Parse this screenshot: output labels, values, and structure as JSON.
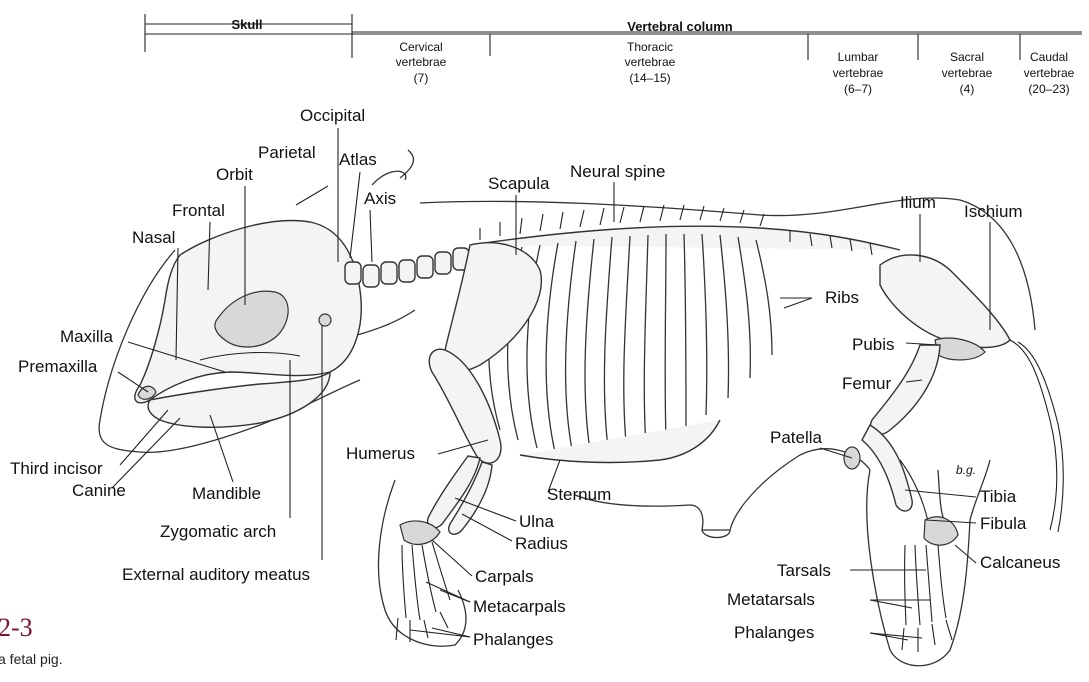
{
  "header": {
    "skull": "Skull",
    "vertebral_column": "Vertebral column",
    "regions": [
      {
        "lines": [
          "Cervical",
          "vertebrae",
          "(7)"
        ]
      },
      {
        "lines": [
          "Thoracic",
          "vertebrae",
          "(14–15)"
        ]
      },
      {
        "lines": [
          "Lumbar",
          "vertebrae",
          "(6–7)"
        ]
      },
      {
        "lines": [
          "Sacral",
          "vertebrae",
          "(4)"
        ]
      },
      {
        "lines": [
          "Caudal",
          "vertebrae",
          "(20–23)"
        ]
      }
    ]
  },
  "labels": {
    "occipital": "Occipital",
    "parietal": "Parietal",
    "atlas": "Atlas",
    "orbit": "Orbit",
    "axis": "Axis",
    "frontal": "Frontal",
    "nasal": "Nasal",
    "maxilla": "Maxilla",
    "premaxilla": "Premaxilla",
    "third_incisor": "Third incisor",
    "canine": "Canine",
    "mandible": "Mandible",
    "zygomatic_arch": "Zygomatic arch",
    "external_auditory_meatus": "External auditory meatus",
    "scapula": "Scapula",
    "neural_spine": "Neural spine",
    "humerus": "Humerus",
    "sternum": "Sternum",
    "ulna": "Ulna",
    "radius": "Radius",
    "carpals": "Carpals",
    "metacarpals": "Metacarpals",
    "phalanges_front": "Phalanges",
    "ilium": "Ilium",
    "ischium": "Ischium",
    "ribs": "Ribs",
    "pubis": "Pubis",
    "femur": "Femur",
    "patella": "Patella",
    "tibia": "Tibia",
    "fibula": "Fibula",
    "calcaneus": "Calcaneus",
    "tarsals": "Tarsals",
    "metatarsals": "Metatarsals",
    "phalanges_hind": "Phalanges"
  },
  "signature": "b.g.",
  "figure": {
    "number": "2-3",
    "caption": "a fetal pig."
  }
}
